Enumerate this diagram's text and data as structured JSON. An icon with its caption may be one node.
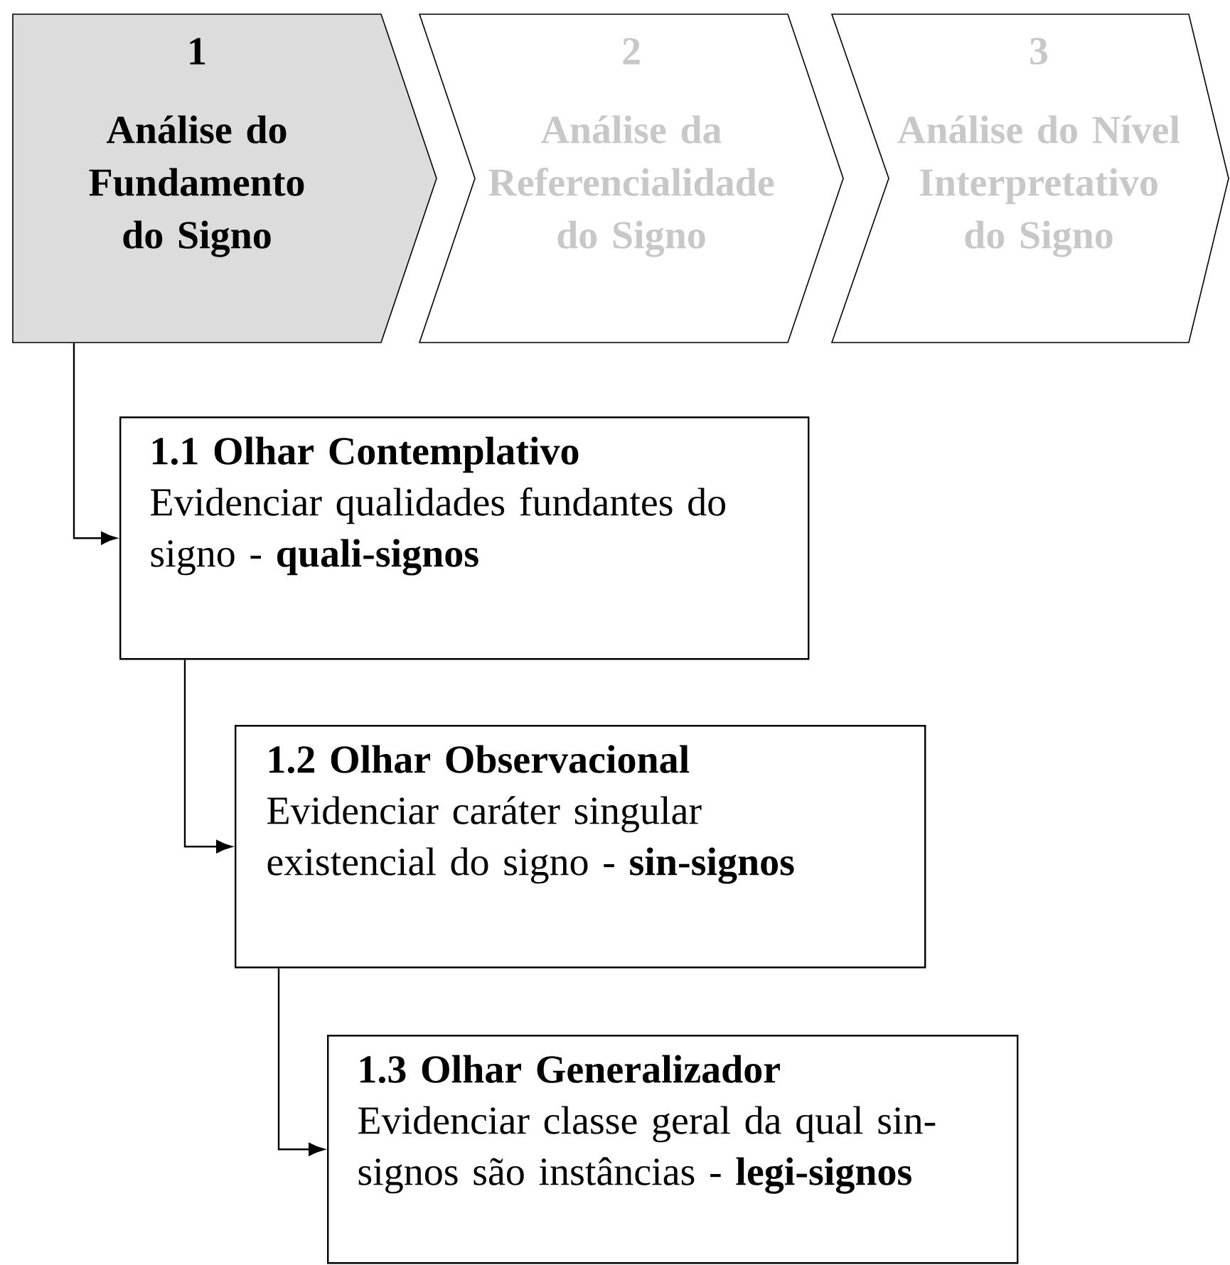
{
  "diagram": {
    "nodes": [
      {
        "text": [
          "1",
          "Análise do Fundamento do Signo"
        ]
      },
      {
        "text": [
          "2",
          "Análise da Referencialidade do Signo"
        ]
      },
      {
        "text": [
          "3",
          "Análise do Nível Interpretativo do Signo"
        ]
      },
      {
        "text": [
          "1.1 Olhar Contemplativo",
          "Evidenciar qualidades fundantes do signo - **quali-signos**"
        ]
      },
      {
        "text": [
          "1.2 Olhar Observacional",
          "Evidenciar caráter singular existencial do signo - **sin-signos**"
        ]
      },
      {
        "text": [
          "1.3 Olhar Generalizador",
          "Evidenciar classe geral da qual sin-signos são instâncias - **legi-signos**"
        ]
      }
    ],
    "edges": [
      {
        "from": 0,
        "to": 3,
        "arrow": "to"
      },
      {
        "from": 3,
        "to": 4,
        "arrow": "to"
      },
      {
        "from": 4,
        "to": 5,
        "arrow": "to"
      }
    ]
  }
}
